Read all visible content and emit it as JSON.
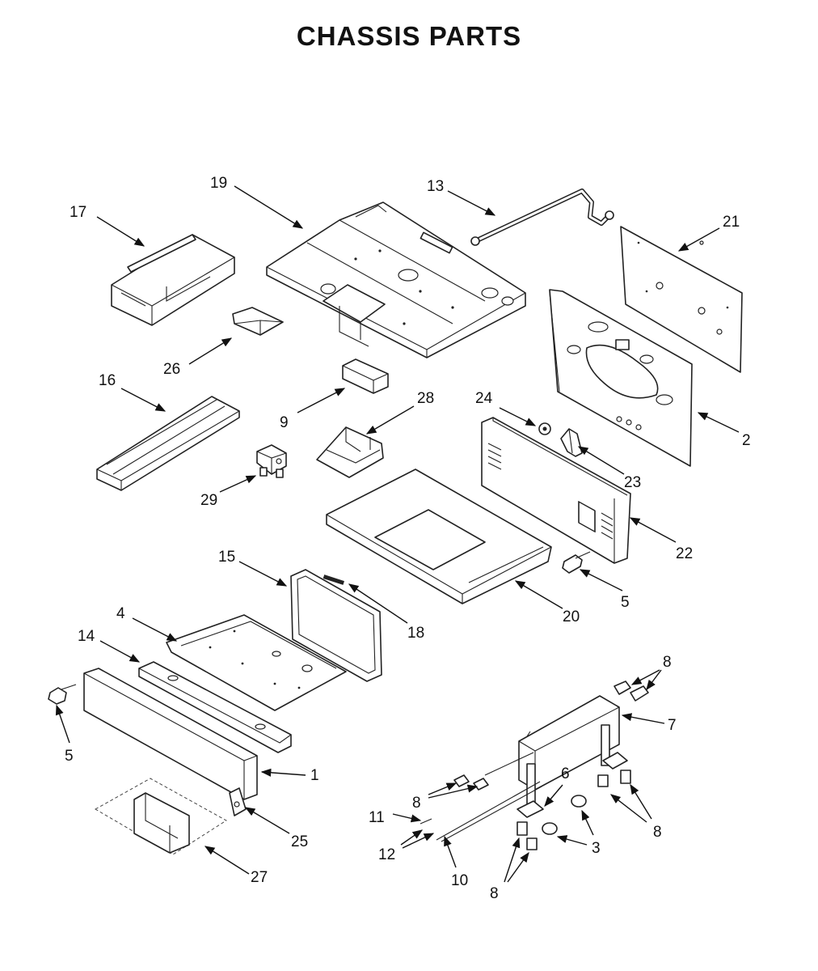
{
  "title": "CHASSIS PARTS",
  "labels": {
    "l1": "1",
    "l2": "2",
    "l3": "3",
    "l4": "4",
    "l5a": "5",
    "l5b": "5",
    "l6": "6",
    "l7": "7",
    "l8a": "8",
    "l8b": "8",
    "l8c": "8",
    "l8d": "8",
    "l9": "9",
    "l10": "10",
    "l11": "11",
    "l12": "12",
    "l13": "13",
    "l14": "14",
    "l15": "15",
    "l16": "16",
    "l17": "17",
    "l18": "18",
    "l19": "19",
    "l20": "20",
    "l21": "21",
    "l22": "22",
    "l23": "23",
    "l24": "24",
    "l25": "25",
    "l26": "26",
    "l27": "27",
    "l28": "28",
    "l29": "29"
  }
}
